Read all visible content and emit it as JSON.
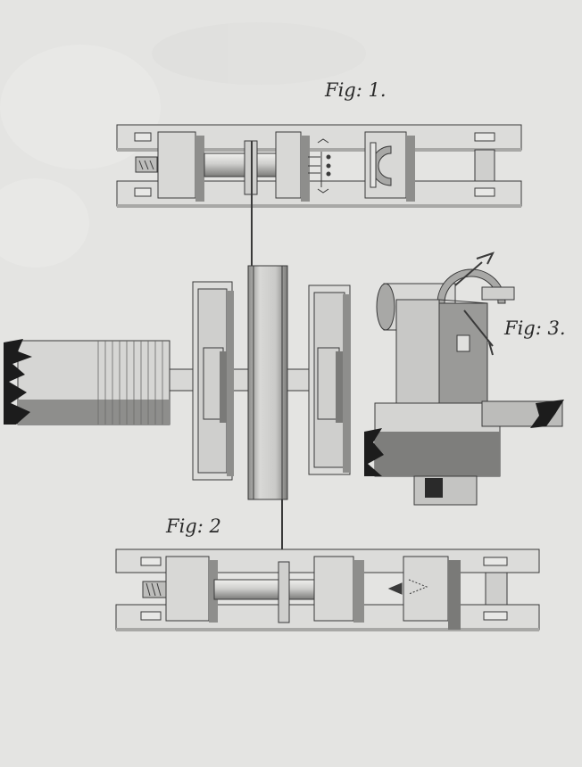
{
  "figures": {
    "fig1": {
      "label": "Fig: 1."
    },
    "fig2": {
      "label": "Fig: 2"
    },
    "fig3": {
      "label": "Fig: 3."
    }
  },
  "colors": {
    "paper": "#e4e4e2",
    "ink": "#3a3a3a",
    "wood_light": "#dcdcda",
    "wood_mid": "#cfcfcd",
    "wood_shade": "#8e8e8c",
    "broken_end": "#1c1c1c"
  }
}
